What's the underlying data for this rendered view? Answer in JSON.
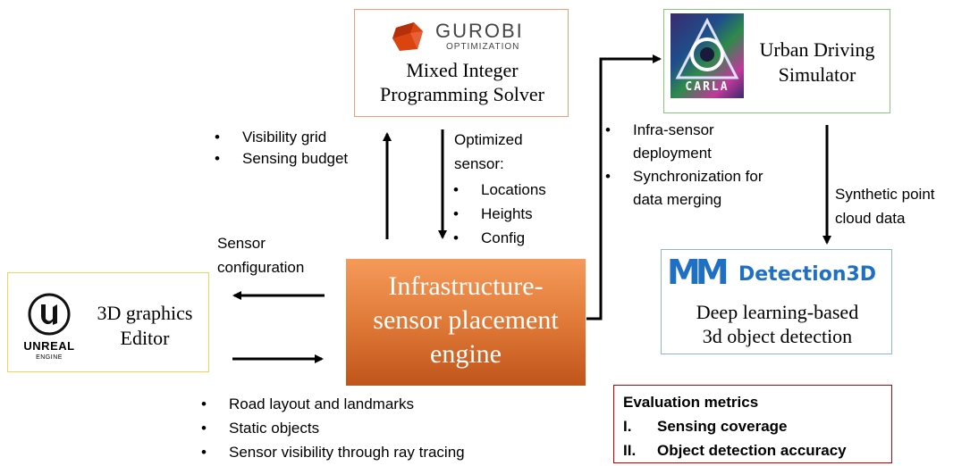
{
  "gurobi": {
    "logo_text": "GUROBI",
    "logo_sub": "OPTIMIZATION",
    "title_line1": "Mixed Integer",
    "title_line2": "Programming Solver",
    "color": "#d9440f"
  },
  "carla": {
    "logo_text": "CARLA",
    "title_line1": "Urban Driving",
    "title_line2": "Simulator"
  },
  "unreal": {
    "logo_text": "UNREAL",
    "logo_sub": "ENGINE",
    "title_line1": "3D graphics",
    "title_line2": "Editor"
  },
  "engine": {
    "line1": "Infrastructure-",
    "line2": "sensor placement",
    "line3": "engine"
  },
  "mmdet": {
    "logo_text": "Detection3D",
    "title_line1": "Deep learning-based",
    "title_line2": "3d object detection",
    "color": "#1f6fc4"
  },
  "solver_inputs": [
    "Visibility grid",
    "Sensing budget"
  ],
  "solver_outputs": {
    "heading_line1": "Optimized",
    "heading_line2": "sensor:",
    "items": [
      "Locations",
      "Heights",
      "Config"
    ]
  },
  "simulator_inputs": [
    "Infra-sensor deployment",
    "Synchronization for data merging"
  ],
  "point_cloud": {
    "line1": "Synthetic point",
    "line2": "cloud data"
  },
  "sensor_config": {
    "line1": "Sensor",
    "line2": "configuration"
  },
  "editor_outputs": [
    "Road layout and landmarks",
    "Static objects",
    "Sensor visibility through ray tracing"
  ],
  "metrics": {
    "title": "Evaluation metrics",
    "items": [
      {
        "num": "I.",
        "label": "Sensing coverage"
      },
      {
        "num": "II.",
        "label": "Object detection accuracy"
      }
    ]
  },
  "colors": {
    "gurobi_border": "#e8a07a",
    "carla_border": "#8cc47c",
    "unreal_border": "#f2d45c",
    "mmdet_border": "#8fb4d9",
    "metrics_border": "#c00000",
    "engine_top": "#f59a5a",
    "engine_bottom": "#c0541a"
  }
}
